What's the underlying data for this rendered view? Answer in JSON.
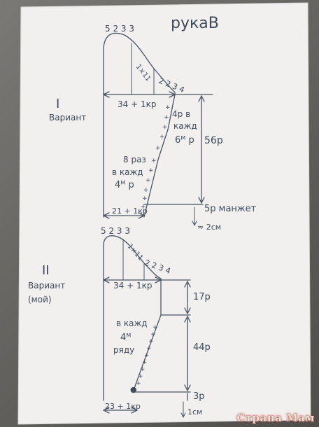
{
  "title": "рукаВ",
  "watermark": "Страна Мам",
  "v1": {
    "label_num": "I",
    "label_word": "Вариант",
    "cap_counts": "5 2 3 3",
    "cap_mid": "1×11",
    "cap_right": "2 2 3 4",
    "width_top": "34 + 1кр",
    "inc1_line1": "4р в",
    "inc1_line2": "кажд",
    "inc1_line3": "6ᴹ р",
    "inc2_line1": "8 раз",
    "inc2_line2": "в кажд",
    "inc2_line3": "4ᴹ р",
    "height": "56р",
    "width_bottom": "21 + 1кр",
    "cuff": "5р манжет",
    "cuff_extra": "≈ 2см"
  },
  "v2": {
    "label_num": "II",
    "label_word1": "Вариант",
    "label_word2": "(мой)",
    "cap_counts": "5 2 3 3",
    "cap_mid": "1×11",
    "cap_right": "2 2 3 4",
    "width_top": "34 + 1кр",
    "h_top": "17р",
    "inc_line1": "в кажд",
    "inc_line2": "4ᴹ",
    "inc_line3": "ряду",
    "h_mid": "44р",
    "h_bot": "3р",
    "width_bottom": "23 + 1кр",
    "bottom_extra": "1см"
  }
}
